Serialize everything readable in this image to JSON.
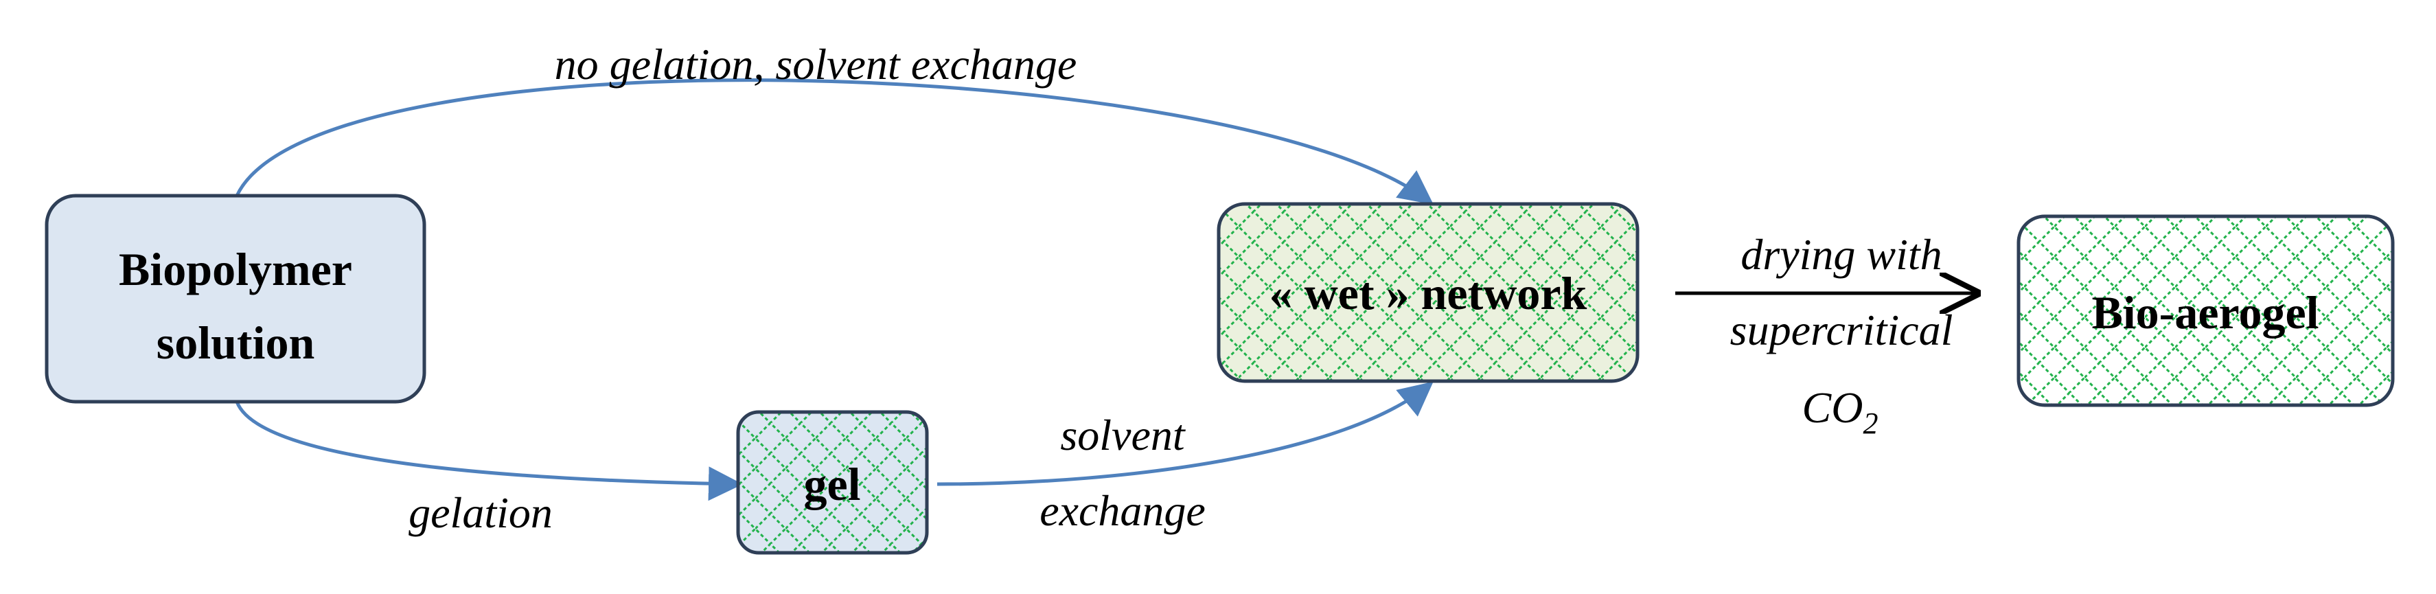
{
  "nodes": {
    "biopolymer_solution": {
      "line1": "Biopolymer",
      "line2": "solution"
    },
    "gel": {
      "label": "gel"
    },
    "wet_network": {
      "label": "« wet » network"
    },
    "bio_aerogel": {
      "label": "Bio-aerogel"
    }
  },
  "edges": {
    "no_gelation": {
      "label": "no gelation, solvent exchange"
    },
    "gelation": {
      "label": "gelation"
    },
    "solvent_exchange": {
      "line1": "solvent",
      "line2": "exchange"
    },
    "drying": {
      "line1": "drying with",
      "line2": "supercritical",
      "line3_main": "CO",
      "line3_sub": "2"
    }
  },
  "colors": {
    "solution_fill": "#dce6f2",
    "box_stroke": "#2f3f57",
    "wet_fill": "#ebf1de",
    "gel_fill": "#dce6f2",
    "aerogel_fill": "#ffffff",
    "hatch": "#22b24c",
    "curve_stroke": "#4f81bd",
    "arrow_black": "#000000"
  }
}
